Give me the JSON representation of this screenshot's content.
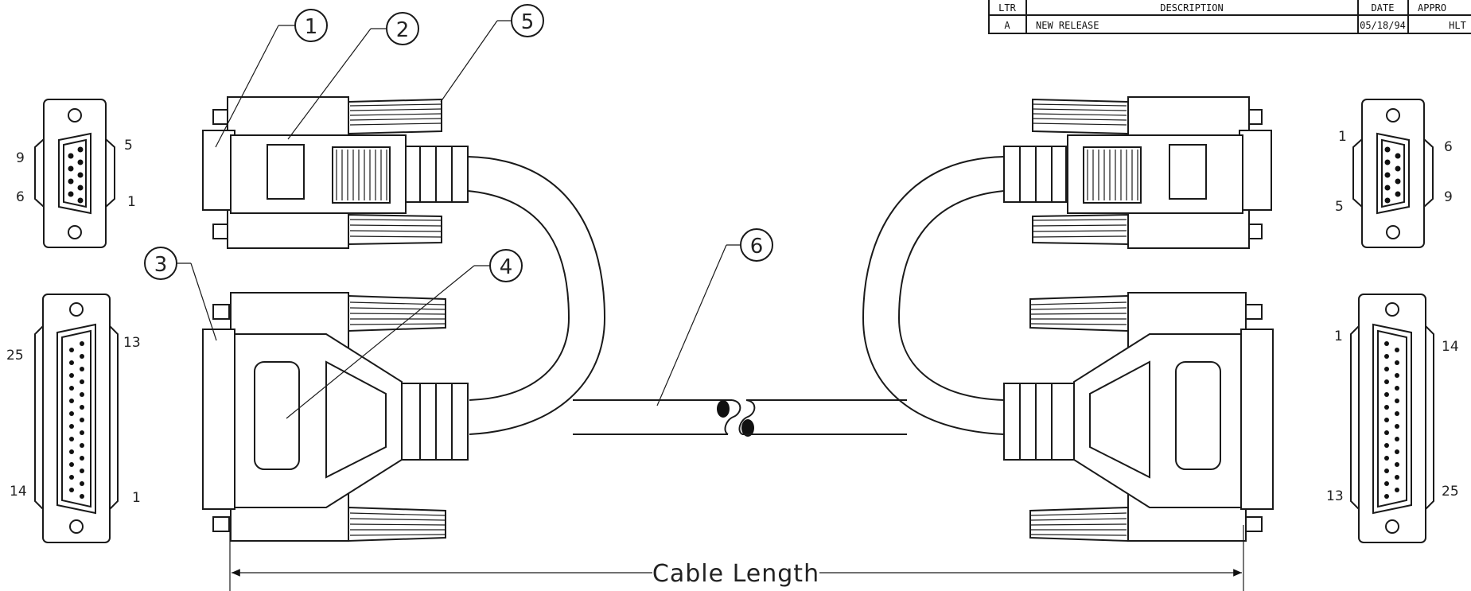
{
  "revision_table": {
    "headers": {
      "ltr": "LTR",
      "description": "DESCRIPTION",
      "date": "DATE",
      "approved": "APPRO"
    },
    "rows": [
      {
        "ltr": "A",
        "description": "NEW RELEASE",
        "date": "05/18/94",
        "approved": "HLT"
      }
    ]
  },
  "balloons": [
    "1",
    "2",
    "3",
    "4",
    "5",
    "6"
  ],
  "db9_left": {
    "pins": {
      "top_left": "9",
      "top_right": "5",
      "bottom_left": "6",
      "bottom_right": "1"
    }
  },
  "db25_left": {
    "pins": {
      "top_left": "25",
      "top_right": "13",
      "bottom_left": "14",
      "bottom_right": "1"
    }
  },
  "db9_right": {
    "pins": {
      "top_left": "1",
      "top_right": "6",
      "bottom_left": "5",
      "bottom_right": "9"
    }
  },
  "db25_right": {
    "pins": {
      "top_left": "1",
      "top_right": "14",
      "bottom_left": "13",
      "bottom_right": "25"
    }
  },
  "dimension": {
    "label": "Cable Length"
  }
}
